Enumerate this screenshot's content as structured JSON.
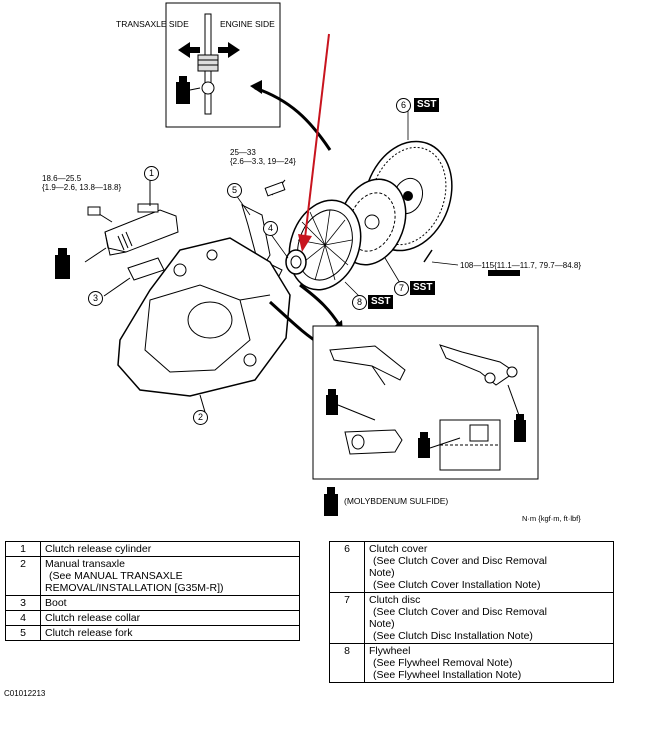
{
  "diagram": {
    "inset_top": {
      "transaxle_side": "TRANSAXLE SIDE",
      "engine_side": "ENGINE SIDE"
    },
    "torque_specs": {
      "bolt_release_collar": "25—33",
      "bolt_release_collar_alt": "{2.6—3.3, 19—24}",
      "bolt_release_cylinder": "18.6—25.5",
      "bolt_release_cylinder_alt": "{1.9—2.6, 13.8—18.8}",
      "bolt_flywheel": "108—115{11.1—11.7, 79.7—84.8}"
    },
    "sst_label": "SST",
    "callouts": [
      "1",
      "2",
      "3",
      "4",
      "5",
      "6",
      "7",
      "8"
    ],
    "grease_label": "(MOLYBDENUM SULFIDE)",
    "units_note": "N·m {kgf·m, ft·lbf}"
  },
  "legend_left": [
    {
      "num": "1",
      "lines": [
        "Clutch release cylinder"
      ]
    },
    {
      "num": "2",
      "lines": [
        "Manual transaxle",
        "(See MANUAL TRANSAXLE",
        "REMOVAL/INSTALLATION [G35M-R])"
      ]
    },
    {
      "num": "3",
      "lines": [
        "Boot"
      ]
    },
    {
      "num": "4",
      "lines": [
        "Clutch release collar"
      ]
    },
    {
      "num": "5",
      "lines": [
        "Clutch release fork"
      ]
    }
  ],
  "legend_right": [
    {
      "num": "6",
      "lines": [
        "Clutch cover",
        "(See Clutch Cover and Disc Removal",
        "Note)",
        "(See Clutch Cover Installation Note)"
      ]
    },
    {
      "num": "7",
      "lines": [
        "Clutch disc",
        "(See Clutch Cover and Disc Removal",
        "Note)",
        "(See Clutch Disc Installation Note)"
      ]
    },
    {
      "num": "8",
      "lines": [
        "Flywheel",
        "(See Flywheel Removal Note)",
        "(See Flywheel Installation Note)"
      ]
    }
  ],
  "figure_id": "C01012213",
  "colors": {
    "arrow": "#c8141e",
    "ink": "#000000"
  }
}
